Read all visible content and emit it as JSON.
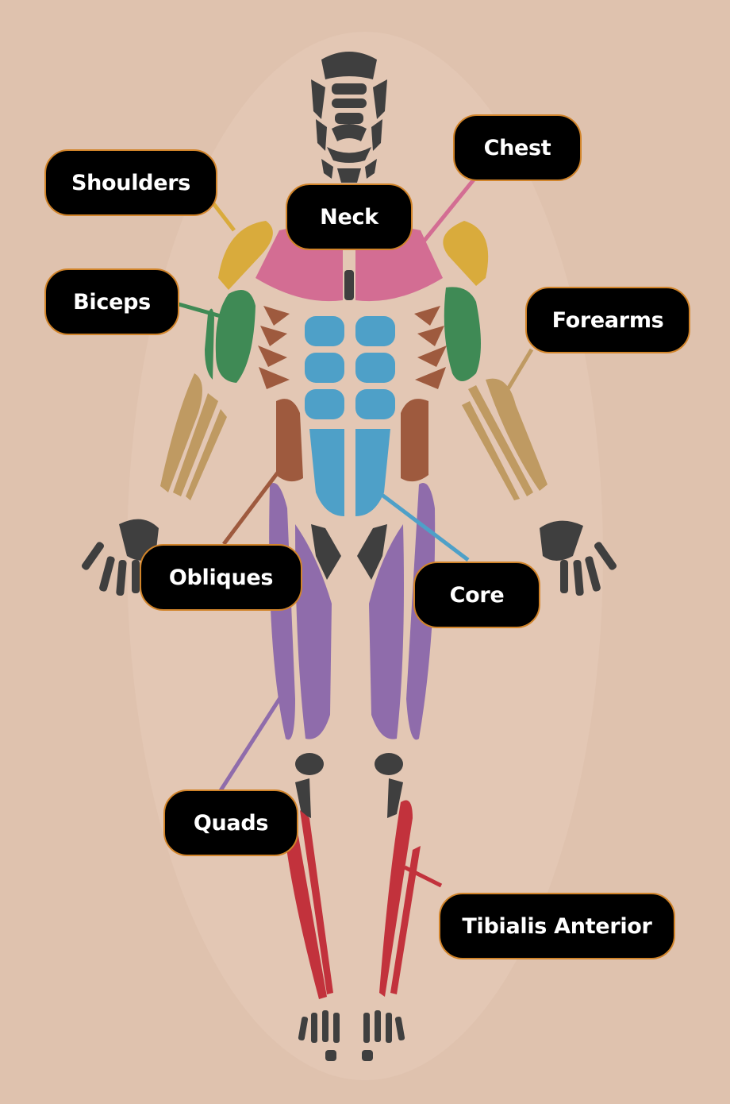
{
  "labels": {
    "shoulders": "Shoulders",
    "chest": "Chest",
    "neck": "Neck",
    "biceps": "Biceps",
    "forearms": "Forearms",
    "obliques": "Obliques",
    "core": "Core",
    "quads": "Quads",
    "tibialis": "Tibialis Anterior"
  },
  "colors": {
    "background": "#dfc2ae",
    "label_background": "#000000",
    "label_border": "#d1842a",
    "label_text": "#ffffff",
    "shoulders": "#d9ab3c",
    "chest": "#d36d93",
    "neck": "#3a3a3a",
    "biceps": "#3f8a55",
    "forearms": "#bf9a62",
    "obliques": "#9e5a3e",
    "core": "#4ea0c8",
    "quads": "#8f6cab",
    "tibialis": "#c2323c",
    "outline": "#3f3f3f"
  }
}
